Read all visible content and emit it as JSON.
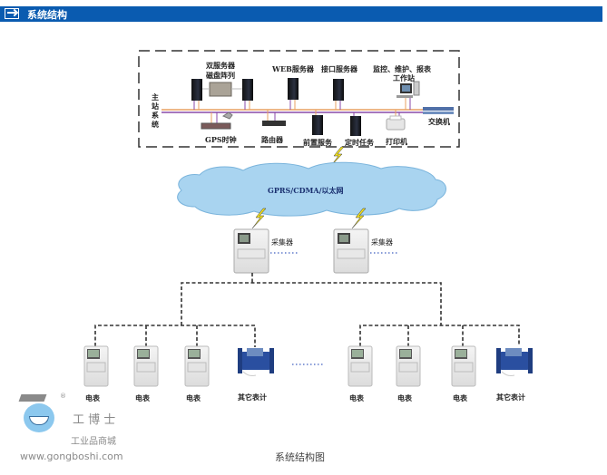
{
  "header": {
    "title": "系统结构",
    "icon": "exit-arrow-icon"
  },
  "master_station": {
    "label": "主站系统",
    "label_chars": [
      "主",
      "站",
      "系",
      "统"
    ],
    "servers": {
      "dual_server": "双服务器",
      "disk_array": "磁盘阵列",
      "web_server": "WEB服务器",
      "interface_server": "接口服务器",
      "workstation_line1": "监控、维护、报表",
      "workstation_line2": "工作站",
      "gps_clock": "GPS时钟",
      "router": "路由器",
      "front_service": "前置服务",
      "scheduled_task": "定时任务",
      "printer": "打印机",
      "switch": "交换机"
    }
  },
  "network": {
    "label": "GPRS/CDMA/以太网"
  },
  "collectors": [
    {
      "label": "采集器"
    },
    {
      "label": "采集器"
    }
  ],
  "meters_left": [
    {
      "label": "电表",
      "type": "electric-meter"
    },
    {
      "label": "电表",
      "type": "electric-meter"
    },
    {
      "label": "电表",
      "type": "electric-meter"
    },
    {
      "label": "其它表计",
      "type": "flow-meter"
    }
  ],
  "meters_right": [
    {
      "label": "电表",
      "type": "electric-meter"
    },
    {
      "label": "电表",
      "type": "electric-meter"
    },
    {
      "label": "电表",
      "type": "electric-meter"
    },
    {
      "label": "其它表计",
      "type": "flow-meter"
    }
  ],
  "ellipsis": "········",
  "caption": "系统结构图",
  "watermark": {
    "brand": "工 博 士",
    "subtitle": "工业品商城",
    "url": "www.gongboshi.com",
    "registered": "®"
  },
  "colors": {
    "header": "#0a5bb0",
    "bus_orange": "#e8a060",
    "bus_purple": "#8a4aa8",
    "cloud": "#a9d4f0",
    "lightning": "#f2e020",
    "flow_meter": "#2a4fa0"
  }
}
